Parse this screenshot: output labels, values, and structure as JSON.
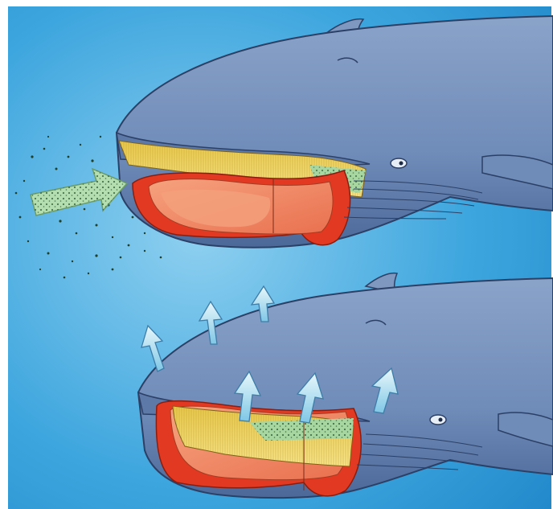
{
  "illustration": {
    "panels": [
      {
        "name": "top-panel-mouth-filling",
        "stage": "water-intake"
      },
      {
        "name": "bottom-panel-mouth-closing",
        "stage": "water-expelled"
      }
    ],
    "colors": {
      "water": "#3aa3dd",
      "whale_body": "#6f8bb8",
      "whale_dark": "#3f5a88",
      "baleen": "#f0d35a",
      "tongue": "#f0856a",
      "gum_red": "#e23a22",
      "krill_flow": "#a8d6a0",
      "arrow_out": "#bfe6f2"
    }
  }
}
